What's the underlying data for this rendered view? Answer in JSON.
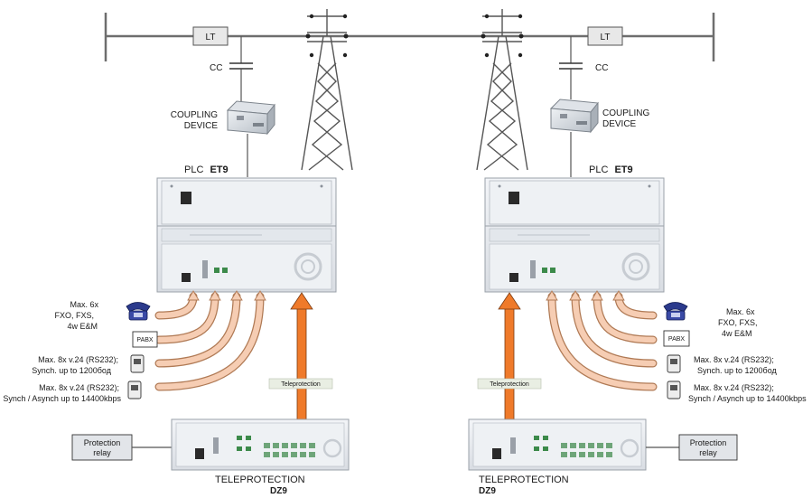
{
  "line": {
    "trap_label": "LT",
    "cap_label": "CC",
    "coupling_line1": "COUPLING",
    "coupling_line2": "DEVICE"
  },
  "left": {
    "plc_prefix": "PLC",
    "plc_model": "ET9",
    "inputs": {
      "voice_line1": "Max. 6x",
      "voice_line2": "FXO, FXS,",
      "voice_line3": "4w E&M",
      "pabx": "PABX",
      "data1_line1": "Max. 8x v.24 (RS232);",
      "data1_line2": "Synch. up to 1200бод",
      "data2_line1": "Max. 8x v.24 (RS232);",
      "data2_line2": "Synch / Asynch up to 14400kbps"
    },
    "teleprotection_tag": "Teleprotection",
    "relay_line1": "Protection",
    "relay_line2": "relay",
    "tp_title": "TELEPROTECTION",
    "tp_model": "DZ9"
  },
  "right": {
    "plc_prefix": "PLC",
    "plc_model": "ET9",
    "inputs": {
      "voice_line1": "Max. 6x",
      "voice_line2": "FXO, FXS,",
      "voice_line3": "4w E&M",
      "pabx": "PABX",
      "data1_line1": "Max. 8x v.24 (RS232);",
      "data1_line2": "Synch. up to 1200бод",
      "data2_line1": "Max. 8x v.24 (RS232);",
      "data2_line2": "Synch / Asynch up to 14400kbps"
    },
    "teleprotection_tag": "Teleprotection",
    "relay_line1": "Protection",
    "relay_line2": "relay",
    "tp_title": "TELEPROTECTION",
    "tp_model": "DZ9"
  },
  "colors": {
    "line": "#6e6e6e",
    "arrow_light": "#f6cdb3",
    "arrow_light_edge": "#b07a55",
    "arrow_strong": "#ef7a2a",
    "arrow_strong_edge": "#7a3a10",
    "rack": "#e6e9ee",
    "rack_edge": "#9aa0a8"
  }
}
